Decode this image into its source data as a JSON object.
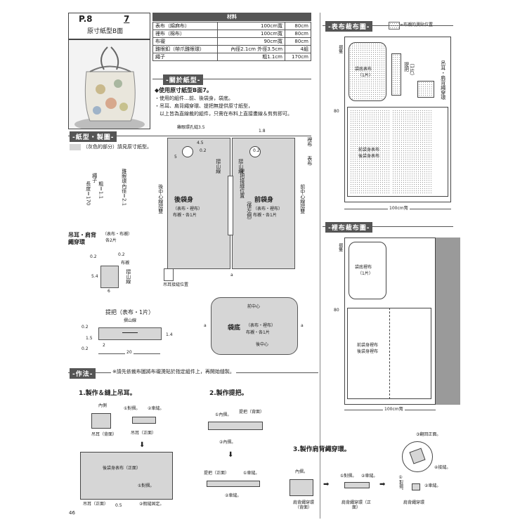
{
  "header": {
    "page": "P.8",
    "number": "7",
    "pattern_name": "原寸紙型B面"
  },
  "materials": {
    "title": "材料",
    "rows": [
      {
        "item": "表布（綿麻布）",
        "size": "100cm寬",
        "amount": "80cm"
      },
      {
        "item": "裡布（棉布）",
        "size": "100cm寬",
        "amount": "80cm"
      },
      {
        "item": "布襯",
        "size": "90cm寬",
        "amount": "80cm"
      },
      {
        "item": "雞眼釦（帶爪雞眼環）",
        "size": "內徑2.1cm 外徑3.5cm",
        "amount": "4組"
      },
      {
        "item": "繩子",
        "size": "粗1.1cm",
        "amount": "170cm"
      }
    ]
  },
  "about": {
    "title": "-關於紙型-",
    "heading": "◆使用原寸紙型B面7。",
    "lines": [
      "・使用的組件…前、後袋身，袋底。",
      "・吊耳、肩背繩穿環、提把無提供原寸紙型，",
      "　以上皆為直線裁的組件，只需在布料上直接畫線＆剪剪即可。"
    ]
  },
  "pattern": {
    "title": "-紙型・製圖-",
    "note": "（灰色的部分）請見原寸紙型。",
    "labels": {
      "eyelet_pos": "雞眼環孔縫3.5",
      "back_body": "後袋身",
      "back_sub": "（表布・裡布）",
      "back_count": "布襯・各1片",
      "front_body": "前袋身",
      "front_sub": "（表布・裡布）",
      "front_count": "布襯・各1片",
      "center_back": "後中心線摺雙",
      "center_front": "前中心線摺雙",
      "handle_pos": "提把接縫位置",
      "handle_pos_note": "（僅左側）",
      "fold": "摺山線",
      "loop_pos": "吊耳接縫位置",
      "lining": "裡布",
      "fabric": "表布",
      "n45": "4.5",
      "n02": "0.2",
      "n5": "5",
      "n18": "1.8",
      "n02b": "0.2"
    },
    "rope": {
      "name": "繩子",
      "length": "長度＝170",
      "width": "粗＝1.1",
      "eyelet": "雞眼環內徑＝2.1"
    },
    "loop": {
      "title": "吊耳・肩背繩穿環",
      "sub": "（表布・布襯）",
      "count": "各2片",
      "fabric": "布襯",
      "fold": "摺山線",
      "n02": "0.2",
      "n54": "5.4",
      "n6": "6"
    },
    "handle": {
      "title": "提把（表布・1片）",
      "fold": "摺山線",
      "n02": "0.2",
      "n15": "1.5",
      "n2": "2",
      "n20": "20",
      "n14": "1.4"
    },
    "bottom": {
      "title": "袋底",
      "sub": "（表布・裡布）",
      "count": "布襯・各1片",
      "front": "前中心",
      "back": "後中心",
      "a": "a"
    }
  },
  "cutting_outer": {
    "title": "-表布裁布圖-",
    "legend": "=布襯的燙貼位置",
    "bottom": "袋底表布",
    "bottom_count": "（1片）",
    "handle": "提把",
    "handle_count": "（1片）",
    "loop": "吊耳・肩背繩穿環",
    "body": "前袋身表布",
    "body2": "後袋身表布",
    "height": "80",
    "width": "100cm寬",
    "fold": "摺雙"
  },
  "cutting_lining": {
    "title": "-裡布裁布圖-",
    "bottom": "袋底裡布",
    "bottom_count": "（1片）",
    "body": "前袋身裡布",
    "body2": "後袋身裡布",
    "height": "80",
    "width": "100cm寬",
    "fold": "摺雙"
  },
  "howto": {
    "title": "-作法-",
    "note": "※請先依裁布圖將布襯燙貼於指定組件上，再開始縫製。",
    "step1": {
      "title": "1.製作＆縫上吊耳。",
      "inner": "內側",
      "fold": "①對摺。",
      "stitch": "②車縫。",
      "loop_back": "吊耳（背面）",
      "loop_front": "吊耳（正面）",
      "body": "後袋身表布（正面）",
      "fold2": "①對摺。",
      "baste": "②假縫固定。",
      "n05": "0.5"
    },
    "step2": {
      "title": "2.製作提把。",
      "inner": "①內摺。",
      "handle_back": "提把（背面）",
      "inner2": "②內摺。",
      "handle_front": "提把（正面）",
      "stitch": "①車縫。",
      "stitch2": "②車縫。"
    },
    "step3": {
      "title": "3.製作肩背繩穿環。",
      "inner": "內摺。",
      "fold": "①對摺。",
      "stitch": "②車縫。",
      "ring_back": "肩背繩穿環（背面）",
      "ring_front": "肩背繩穿環（正面）",
      "turn": "③翻回正面。",
      "stitch4": "④接縫。",
      "fold1": "①對摺。",
      "stitch2": "②車縫。",
      "ring": "肩背繩穿環"
    }
  },
  "footer": {
    "page_number": "46"
  }
}
